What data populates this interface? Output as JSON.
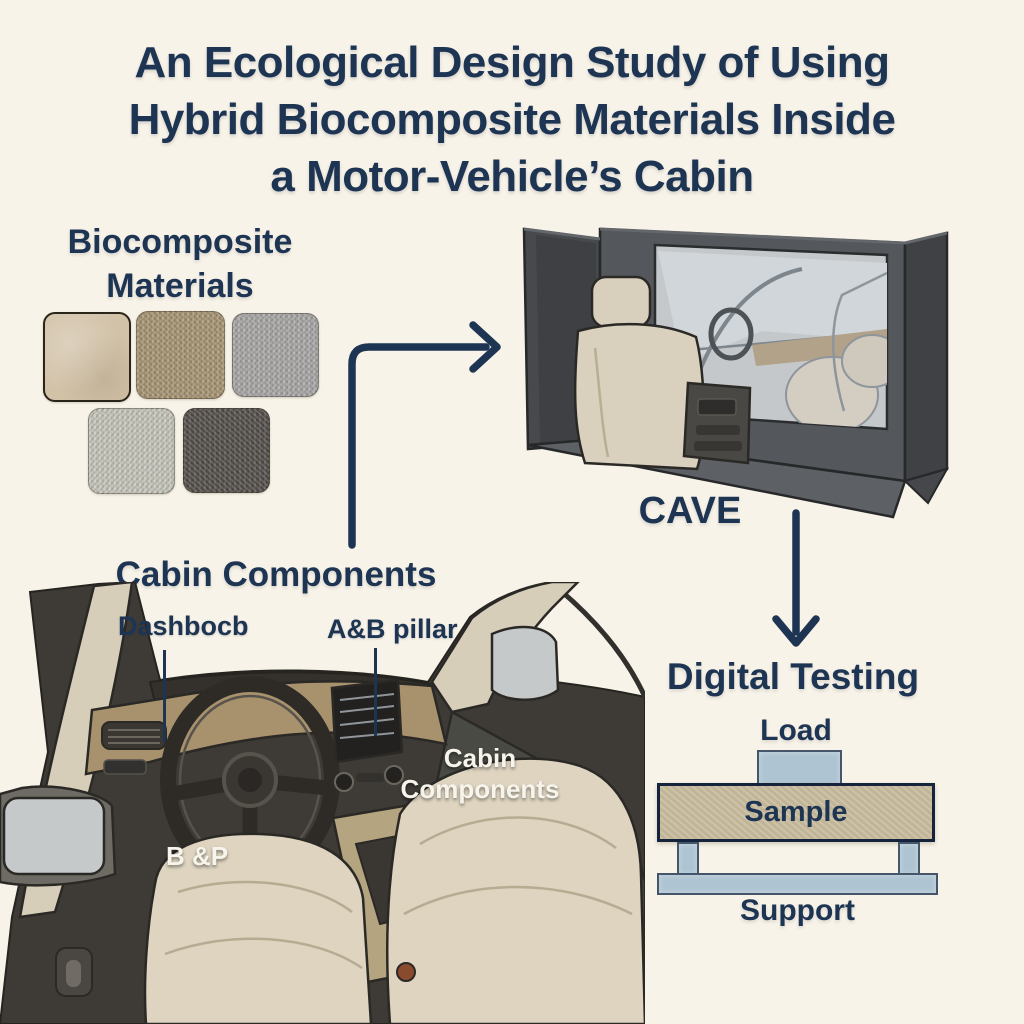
{
  "page": {
    "background_color": "#f8f3e8",
    "accent_color": "#1d3553"
  },
  "title": {
    "lines": [
      "An Ecological Design Study of Using",
      "Hybrid Biocomposite Materials Inside",
      "a Motor-Vehicle’s Cabin"
    ]
  },
  "materials": {
    "title": "Biocomposite Materials",
    "swatches": [
      {
        "name": "smooth-beige-fabric",
        "color": "#d2c2a8"
      },
      {
        "name": "woven-khaki-fabric",
        "color": "#a89673"
      },
      {
        "name": "woven-gray-fabric",
        "color": "#a9a8a6"
      },
      {
        "name": "linen-light-gray-fabric",
        "color": "#c6c6bc"
      },
      {
        "name": "dark-charcoal-fabric",
        "color": "#55504b"
      }
    ]
  },
  "cave": {
    "label": "CAVE"
  },
  "cabin": {
    "title": "Cabin Components",
    "callouts": {
      "dashboard": "Dashbocb",
      "pillar": "A&B pillar"
    },
    "overlay_label": "Cabin Components",
    "bp_label": "B &P"
  },
  "testing": {
    "title": "Digital Testing",
    "load_label": "Load",
    "sample_label": "Sample",
    "support_label": "Support",
    "block_color": "#aec4d2",
    "sample_color": "#c9bc9e"
  }
}
